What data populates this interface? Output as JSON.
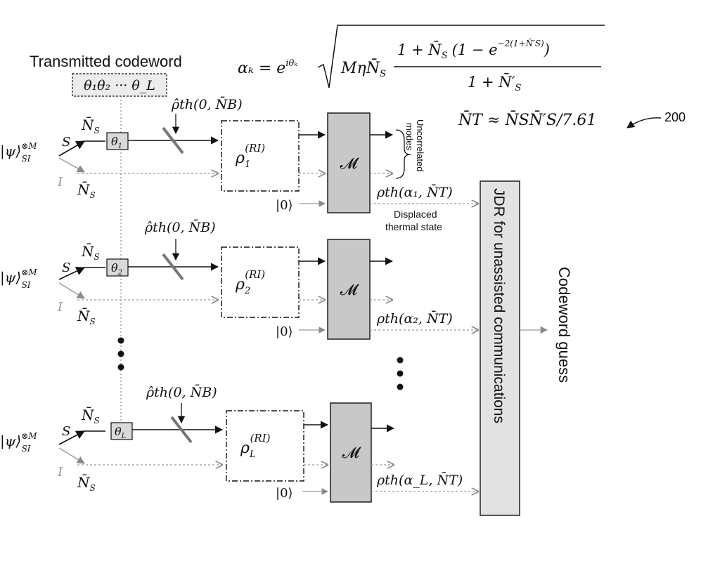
{
  "figure_number": "200",
  "codeword": {
    "title": "Transmitted codeword",
    "box_label": "θ₁θ₂ ··· θ_L"
  },
  "equations": {
    "alpha_lhs": "αₖ = e",
    "alpha_exp": "iθₖ",
    "alpha_prefix": "MηN̄",
    "alpha_prefix_sub": "S",
    "alpha_num_a": "1 + N̄",
    "alpha_num_sub": "S",
    "alpha_num_b": "(1 − e",
    "alpha_num_exp": "−2(1+N̄′S)",
    "alpha_num_c": ")",
    "alpha_den": "1 + N̄′",
    "alpha_den_sub": "S",
    "nt": "N̄T ≈ N̄SN̄′S/7.61"
  },
  "annotations": {
    "uncorrelated_line1": "Uncorrelated",
    "uncorrelated_line2": "modes",
    "displaced_line1": "Displaced",
    "displaced_line2": "thermal state"
  },
  "channels": [
    {
      "source": "|ψ⟩",
      "source_exp": "⊗M",
      "source_sub": "SI",
      "signal": "S",
      "idler": "I",
      "ns_top": "N̄",
      "ns_top_sub": "S",
      "ns_bottom": "N̄",
      "ns_bottom_sub": "S",
      "phase": "θ",
      "phase_sub": "1",
      "noise": "ρ̂th(0, N̄B)",
      "rho": "ρ",
      "rho_sub": "1",
      "rho_sup": "(RI)",
      "vacuum": "|0⟩",
      "measure": "𝓜",
      "output": "ρth(α₁, N̄T)"
    },
    {
      "source": "|ψ⟩",
      "source_exp": "⊗M",
      "source_sub": "SI",
      "signal": "S",
      "idler": "I",
      "ns_top": "N̄",
      "ns_top_sub": "S",
      "ns_bottom": "N̄",
      "ns_bottom_sub": "S",
      "phase": "θ",
      "phase_sub": "2",
      "noise": "ρ̂th(0, N̄B)",
      "rho": "ρ",
      "rho_sub": "2",
      "rho_sup": "(RI)",
      "vacuum": "|0⟩",
      "measure": "𝓜",
      "output": "ρth(α₂, N̄T)"
    },
    {
      "source": "|ψ⟩",
      "source_exp": "⊗M",
      "source_sub": "SI",
      "signal": "S",
      "idler": "I",
      "ns_top": "N̄",
      "ns_top_sub": "S",
      "ns_bottom": "N̄",
      "ns_bottom_sub": "S",
      "phase": "θ",
      "phase_sub": "L",
      "noise": "ρ̂th(0, N̄B)",
      "rho": "ρ",
      "rho_sub": "L",
      "rho_sup": "(RI)",
      "vacuum": "|0⟩",
      "measure": "𝓜",
      "output": "ρth(α_L, N̄T)"
    }
  ],
  "jdr": "JDR for unassisted communications",
  "guess": "Codeword guess",
  "colors": {
    "stroke": "#111111",
    "gray_line": "#9a9a9a",
    "box_fill": "#c8c8c8",
    "small_box_fill": "#d9d9d9"
  }
}
